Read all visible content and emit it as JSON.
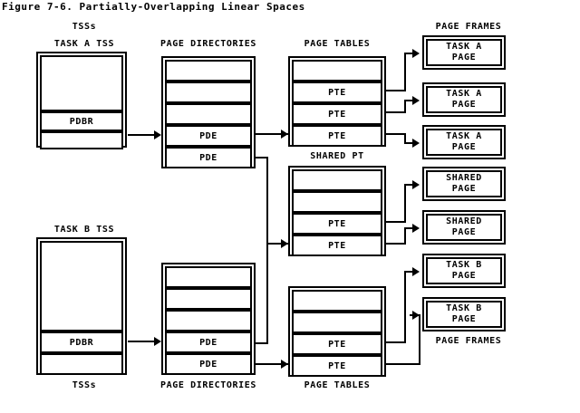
{
  "figure": {
    "title": "Figure 7-6. Partially-Overlapping Linear Spaces"
  },
  "labels": {
    "tss_top": "TSSs",
    "tss_bottom": "TSSs",
    "task_a_tss": "TASK A TSS",
    "task_b_tss": "TASK B TSS",
    "page_directories_top": "PAGE DIRECTORIES",
    "page_directories_bottom": "PAGE DIRECTORIES",
    "page_tables_top": "PAGE TABLES",
    "page_tables_bottom": "PAGE TABLES",
    "shared_pt": "SHARED PT",
    "page_frames_top": "PAGE FRAMES",
    "page_frames_bottom": "PAGE FRAMES"
  },
  "task_a_tss": {
    "name": "TASK A TSS",
    "rows": [
      "",
      "PDBR",
      ""
    ]
  },
  "task_b_tss": {
    "name": "TASK B TSS",
    "rows": [
      "",
      "PDBR",
      ""
    ]
  },
  "page_directory_a": {
    "name": "PAGE DIRECTORIES",
    "rows": [
      "",
      "",
      "",
      "PDE",
      "PDE"
    ]
  },
  "page_directory_b": {
    "name": "PAGE DIRECTORIES",
    "rows": [
      "",
      "",
      "",
      "PDE",
      "PDE"
    ]
  },
  "page_table_a": {
    "name": "PAGE TABLES",
    "rows": [
      "",
      "PTE",
      "PTE",
      "PTE"
    ]
  },
  "shared_page_table": {
    "name": "SHARED PT",
    "rows": [
      "",
      "",
      "PTE",
      "PTE"
    ]
  },
  "page_table_b": {
    "name": "PAGE TABLES",
    "rows": [
      "",
      "",
      "PTE",
      "PTE"
    ]
  },
  "page_frames": [
    {
      "line1": "TASK A",
      "line2": "PAGE"
    },
    {
      "line1": "TASK A",
      "line2": "PAGE"
    },
    {
      "line1": "TASK A",
      "line2": "PAGE"
    },
    {
      "line1": "SHARED",
      "line2": "PAGE"
    },
    {
      "line1": "SHARED",
      "line2": "PAGE"
    },
    {
      "line1": "TASK B",
      "line2": "PAGE"
    },
    {
      "line1": "TASK B",
      "line2": "PAGE"
    }
  ],
  "colors": {
    "ink": "#000000",
    "paper": "#ffffff"
  }
}
